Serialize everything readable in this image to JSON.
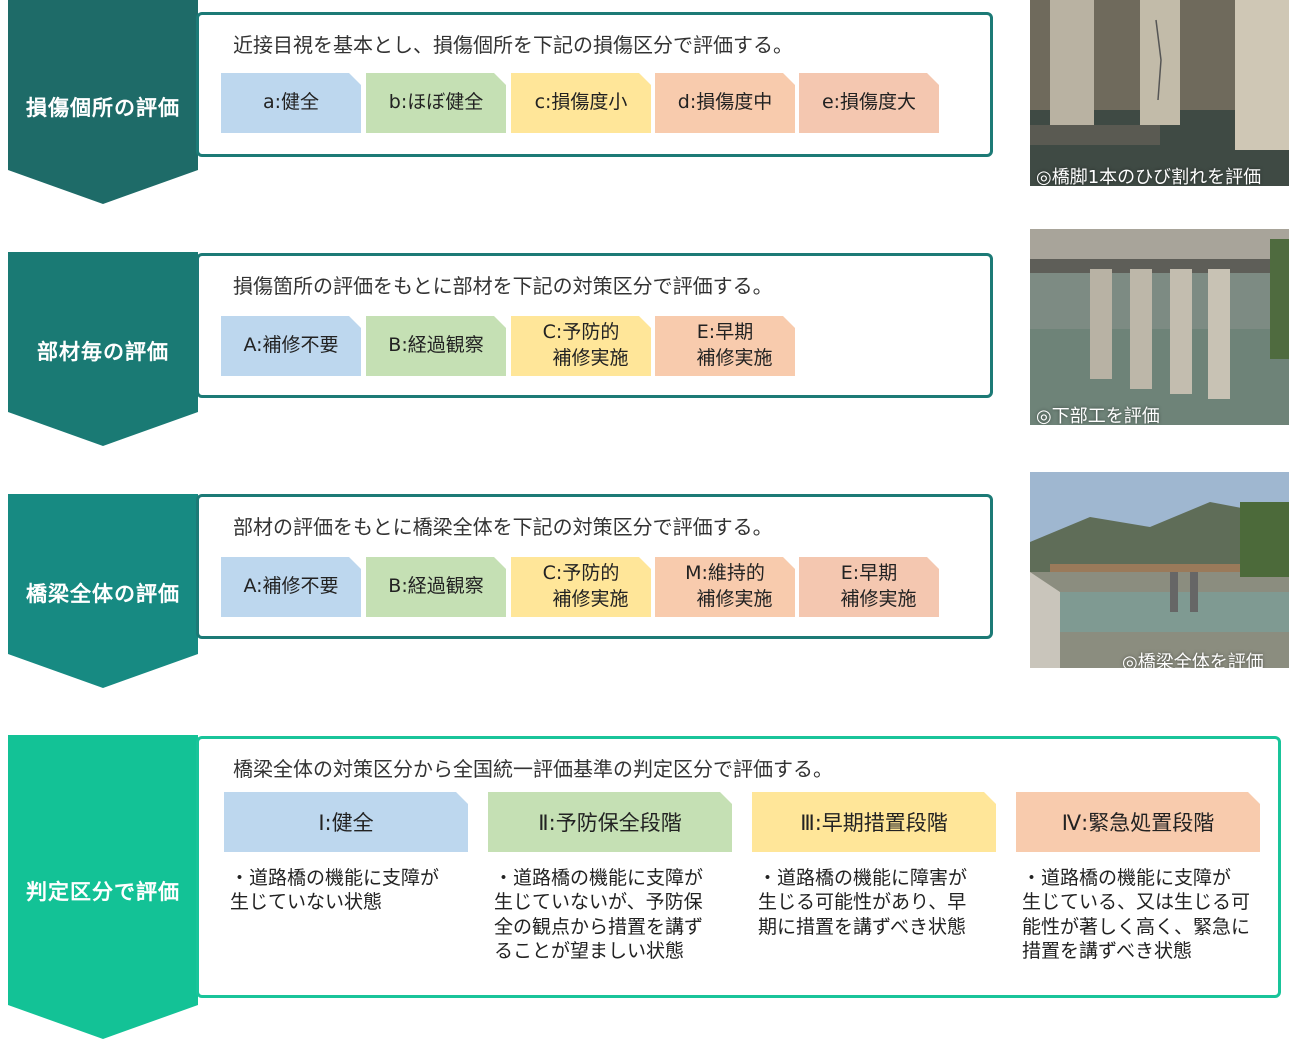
{
  "rows": [
    {
      "label": "損傷個所の評価",
      "description": "近接目視を基本とし、損傷個所を下記の損傷区分で評価する。",
      "tags": [
        "a:健全",
        "b:ほぼ健全",
        "c:損傷度小",
        "d:損傷度中",
        "e:損傷度大"
      ],
      "chevron_color": "#1e6b68"
    },
    {
      "label": "部材毎の評価",
      "description": "損傷箇所の評価をもとに部材を下記の対策区分で評価する。",
      "tags": [
        "A:補修不要",
        "B:経過観察",
        "C:予防的\n　補修実施",
        "E:早期\n　補修実施"
      ],
      "chevron_color": "#1a7a74"
    },
    {
      "label": "橋梁全体の評価",
      "description": "部材の評価をもとに橋梁全体を下記の対策区分で評価する。",
      "tags": [
        "A:補修不要",
        "B:経過観察",
        "C:予防的\n　補修実施",
        "M:維持的\n　補修実施",
        "E:早期\n　補修実施"
      ],
      "chevron_color": "#178a82"
    },
    {
      "label": "判定区分で評価",
      "description": "橋梁全体の対策区分から全国統一評価基準の判定区分で評価する。",
      "chevron_color": "#13c296"
    }
  ],
  "judgements": [
    {
      "title": "Ⅰ:健全",
      "description": "・道路橋の機能に支障が\n生じていない状態"
    },
    {
      "title": "Ⅱ:予防保全段階",
      "description": "・道路橋の機能に支障が\n生じていないが、予防保\n全の観点から措置を講ず\nることが望ましい状態"
    },
    {
      "title": "Ⅲ:早期措置段階",
      "description": "・道路橋の機能に障害が\n生じる可能性があり、早\n期に措置を講ずべき状態"
    },
    {
      "title": "Ⅳ:緊急処置段階",
      "description": "・道路橋の機能に支障が\n生じている、又は生じる可\n能性が著しく高く、緊急に\n措置を講ずべき状態"
    }
  ],
  "photos": [
    {
      "caption": "◎橋脚1本のひび割れを評価"
    },
    {
      "caption": "◎下部工を評価"
    },
    {
      "caption": "◎橋梁全体を評価"
    }
  ],
  "colors": {
    "panel_border_dark": "#1c7a76",
    "panel_border_light": "#19c49a",
    "blue": "#bdd7ee",
    "green": "#c5e0b4",
    "yellow": "#ffe699",
    "orange": "#f8cbad"
  }
}
